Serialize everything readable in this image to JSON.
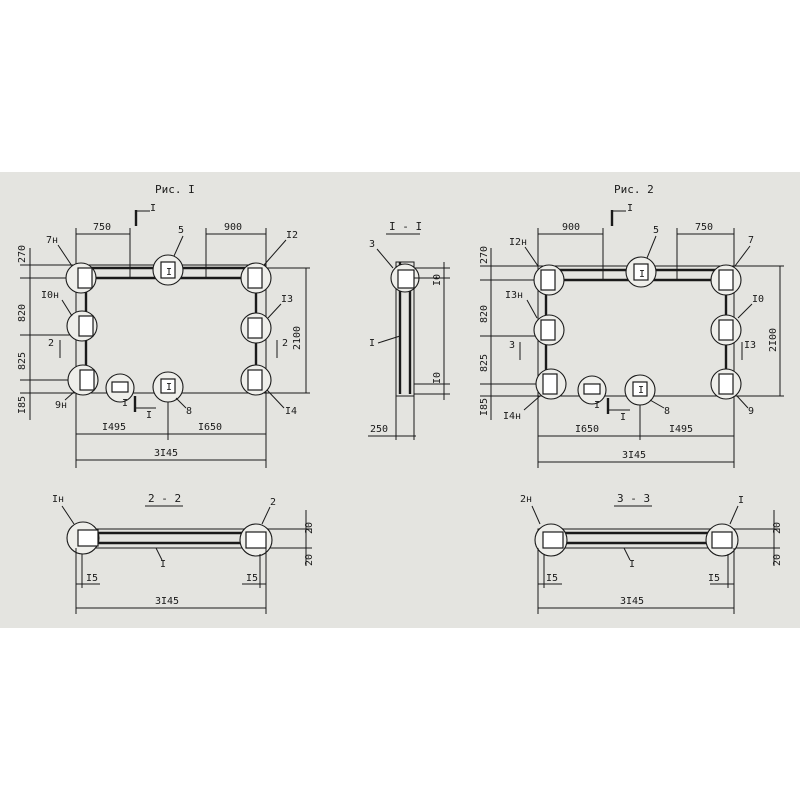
{
  "colors": {
    "paper": "#e4e4e0",
    "ink": "#1a1a1a",
    "background": "#ffffff"
  },
  "fig1": {
    "title": "Рис. I",
    "cut_mark": "I",
    "top_dims": [
      "750",
      "900"
    ],
    "left_dims": [
      "270",
      "820",
      "825",
      "I85"
    ],
    "right_dim": "2100",
    "bottom_dims": [
      "I495",
      "I650"
    ],
    "overall": "3I45",
    "callouts": [
      "7н",
      "5",
      "I2",
      "I0н",
      "I3",
      "9н",
      "8",
      "I4"
    ],
    "section_marks": [
      "2",
      "2"
    ],
    "bottom_cut": "I",
    "circle_numbers": [
      "I",
      "I"
    ]
  },
  "section11": {
    "title": "I - I",
    "callouts": [
      "3",
      "I"
    ],
    "dims": [
      "I0",
      "I0"
    ],
    "width": "250"
  },
  "fig2": {
    "title": "Рис. 2",
    "cut_mark": "I",
    "top_dims": [
      "900",
      "750"
    ],
    "left_dims": [
      "270",
      "820",
      "825",
      "I85"
    ],
    "right_dim": "2I00",
    "bottom_dims": [
      "I650",
      "I495"
    ],
    "overall": "3I45",
    "callouts": [
      "I2н",
      "5",
      "7",
      "I3н",
      "I0",
      "I4н",
      "8",
      "9"
    ],
    "section_marks": [
      "3",
      "I3"
    ],
    "bottom_cut": "I",
    "circle_numbers": [
      "I",
      "I"
    ]
  },
  "section22": {
    "title": "2 - 2",
    "callouts": [
      "Iн",
      "2",
      "I"
    ],
    "dims": [
      "20",
      "20"
    ],
    "bottom_dims": [
      "I5",
      "I5"
    ],
    "overall": "3I45"
  },
  "section33": {
    "title": "3 - 3",
    "callouts": [
      "2н",
      "I",
      "I"
    ],
    "dims": [
      "20",
      "20"
    ],
    "bottom_dims": [
      "I5",
      "I5"
    ],
    "overall": "3I45"
  }
}
